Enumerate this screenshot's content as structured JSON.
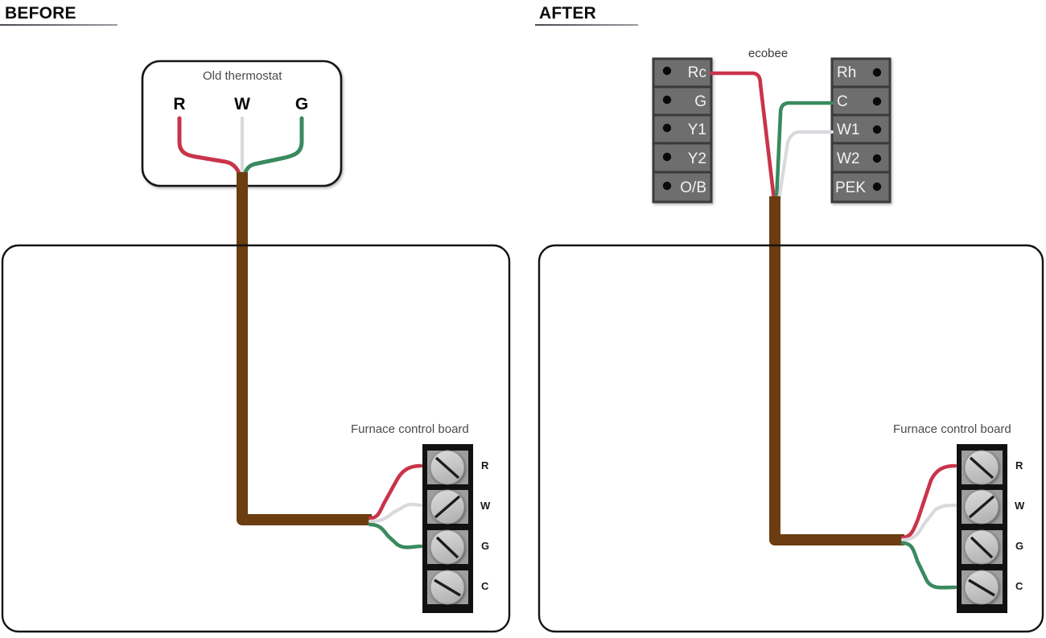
{
  "sections": [
    {
      "id": "before",
      "title": "BEFORE"
    },
    {
      "id": "after",
      "title": "AFTER"
    }
  ],
  "before": {
    "thermostat": {
      "caption": "Old thermostat",
      "pins": [
        "R",
        "W",
        "G"
      ]
    },
    "furnace": {
      "caption": "Furnace control board",
      "terminals": [
        "R",
        "W",
        "G",
        "C"
      ],
      "connections": [
        {
          "terminal": "R",
          "wire": "red"
        },
        {
          "terminal": "W",
          "wire": "white"
        },
        {
          "terminal": "G",
          "wire": "green"
        },
        {
          "terminal": "C",
          "wire": "none"
        }
      ]
    }
  },
  "after": {
    "thermostat": {
      "caption": "ecobee",
      "left_block": [
        "Rc",
        "G",
        "Y1",
        "Y2",
        "O/B"
      ],
      "right_block": [
        "Rh",
        "C",
        "W1",
        "W2",
        "PEK"
      ],
      "connections": [
        {
          "terminal": "Rc",
          "wire": "red"
        },
        {
          "terminal": "C",
          "wire": "green"
        },
        {
          "terminal": "W1",
          "wire": "white"
        }
      ]
    },
    "furnace": {
      "caption": "Furnace control board",
      "terminals": [
        "R",
        "W",
        "G",
        "C"
      ],
      "connections": [
        {
          "terminal": "R",
          "wire": "red"
        },
        {
          "terminal": "W",
          "wire": "white"
        },
        {
          "terminal": "G",
          "wire": "none"
        },
        {
          "terminal": "C",
          "wire": "green"
        }
      ]
    }
  },
  "colors": {
    "wire_red": "#C9344A",
    "wire_green": "#3A8A5F",
    "wire_white": "#D9D9DE",
    "cable_brown": "#6B3D10",
    "block_fill": "#6E6E6E",
    "block_stroke": "#3A3A3A",
    "panel_stroke": "#141414",
    "terminal_body": "#111111",
    "screw_fill": "#C9C9C9"
  }
}
